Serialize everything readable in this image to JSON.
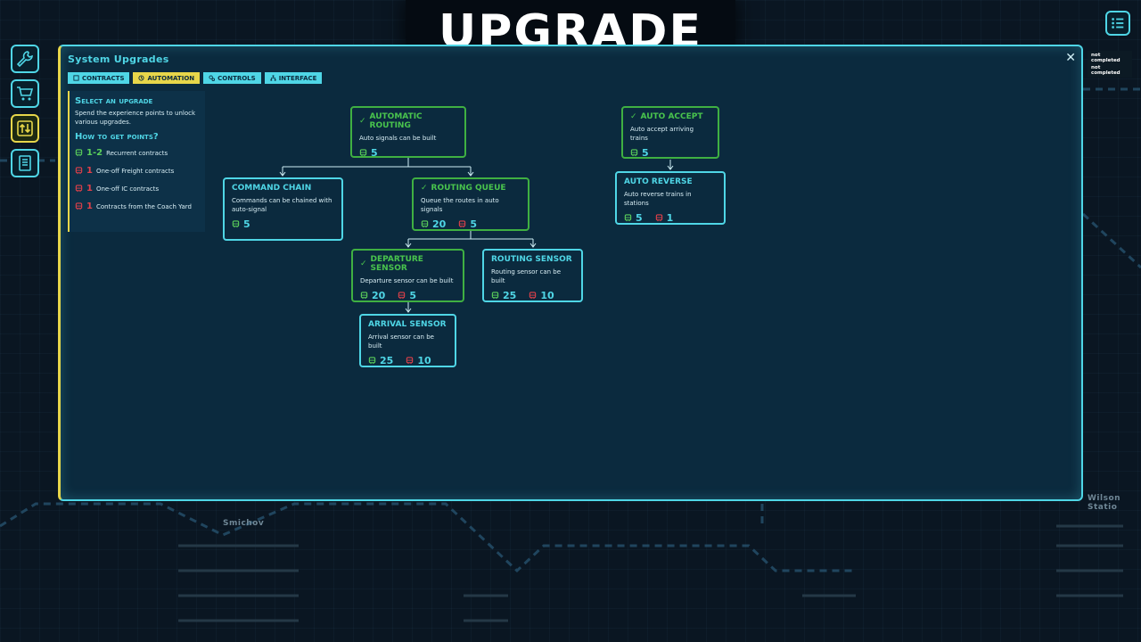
{
  "title": "Upgrade",
  "status_notes": [
    "not completed",
    "not completed"
  ],
  "map_labels": [
    "Smichov",
    "Wilson Statio"
  ],
  "left_tools": [
    {
      "icon": "wrench-icon"
    },
    {
      "icon": "cart-icon"
    },
    {
      "icon": "upgrade-arrows-icon",
      "active": true
    },
    {
      "icon": "book-icon"
    }
  ],
  "panel": {
    "title": "System Upgrades",
    "close": "✕",
    "tabs": [
      {
        "label": "CONTRACTS",
        "icon": "contracts-icon",
        "active": false
      },
      {
        "label": "AUTOMATION",
        "icon": "automation-icon",
        "active": true
      },
      {
        "label": "CONTROLS",
        "icon": "controls-icon",
        "active": false
      },
      {
        "label": "INTERFACE",
        "icon": "interface-icon",
        "active": false
      }
    ]
  },
  "info": {
    "heading": "Select an upgrade",
    "description": "Spend the experience points to unlock various upgrades.",
    "points_heading": "How to get points?",
    "points": [
      {
        "amount": "1-2",
        "label": "Recurrent contracts",
        "color": "green"
      },
      {
        "amount": "1",
        "label": "One-off Freight contracts",
        "color": "red"
      },
      {
        "amount": "1",
        "label": "One-off IC contracts",
        "color": "red"
      },
      {
        "amount": "1",
        "label": "Contracts from the Coach Yard",
        "color": "red"
      }
    ]
  },
  "upgrades": {
    "automatic_routing": {
      "title": "AUTOMATIC ROUTING",
      "desc": "Auto signals can be built",
      "completed": true,
      "green": "5",
      "red": ""
    },
    "command_chain": {
      "title": "COMMAND CHAIN",
      "desc": "Commands can be chained with auto-signal",
      "completed": false,
      "green": "5",
      "red": ""
    },
    "routing_queue": {
      "title": "ROUTING QUEUE",
      "desc": "Queue the routes in auto signals",
      "completed": true,
      "green": "20",
      "red": "5"
    },
    "departure_sensor": {
      "title": "DEPARTURE SENSOR",
      "desc": "Departure sensor can be built",
      "completed": true,
      "green": "20",
      "red": "5"
    },
    "routing_sensor": {
      "title": "ROUTING SENSOR",
      "desc": "Routing sensor can be built",
      "completed": false,
      "green": "25",
      "red": "10"
    },
    "arrival_sensor": {
      "title": "ARRIVAL SENSOR",
      "desc": "Arrival sensor can be built",
      "completed": false,
      "green": "25",
      "red": "10"
    },
    "auto_accept": {
      "title": "AUTO ACCEPT",
      "desc": "Auto accept arriving trains",
      "completed": true,
      "green": "5",
      "red": ""
    },
    "auto_reverse": {
      "title": "AUTO REVERSE",
      "desc": "Auto reverse trains in stations",
      "completed": false,
      "green": "5",
      "red": "1"
    }
  },
  "colors": {
    "accent": "#4fd6e6",
    "highlight": "#e7d64a",
    "done": "#3fb042",
    "green_points": "#5bd05b",
    "red_points": "#e0404a",
    "panel_bg": "#0b2a3e"
  }
}
